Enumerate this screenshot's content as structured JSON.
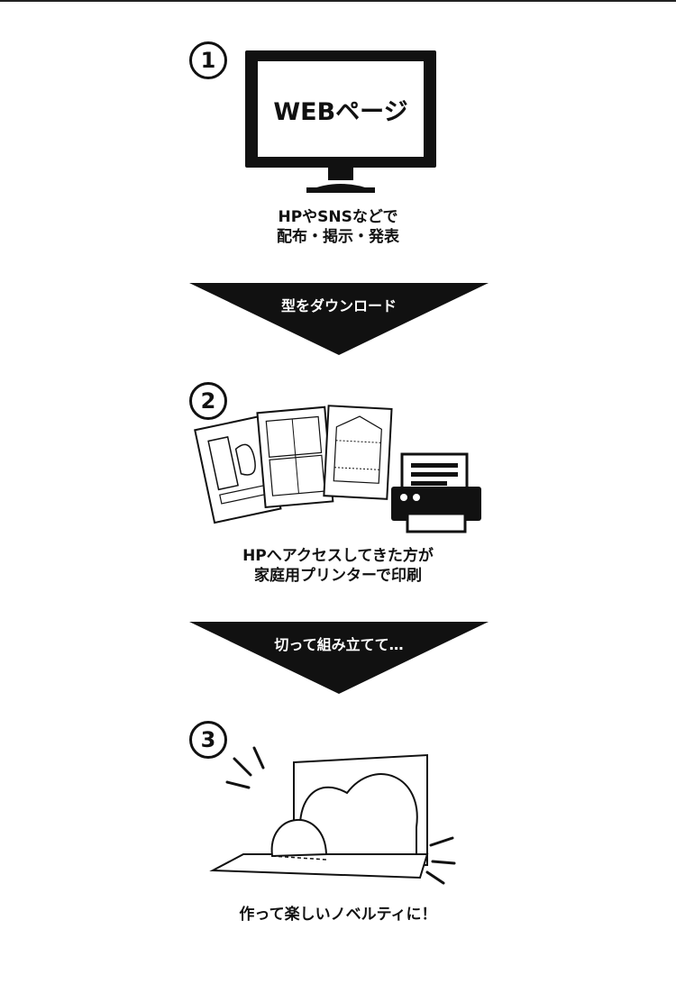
{
  "steps": [
    {
      "number": "1",
      "screen_text": "WEBページ",
      "caption_lines": [
        "HPやSNSなどで",
        "配布・掲示・発表"
      ]
    },
    {
      "number": "2",
      "caption_lines": [
        "HPへアクセスしてきた方が",
        "家庭用プリンターで印刷"
      ]
    },
    {
      "number": "3",
      "caption_lines": [
        "作って楽しいノベルティに！"
      ]
    }
  ],
  "arrows": [
    {
      "label": "型をダウンロード"
    },
    {
      "label": "切って組み立てて…"
    }
  ],
  "icons": [
    "monitor-icon",
    "printer-icon",
    "paper-templates-icon",
    "popup-card-icon"
  ],
  "colors": {
    "ink": "#111111",
    "background": "#ffffff"
  }
}
